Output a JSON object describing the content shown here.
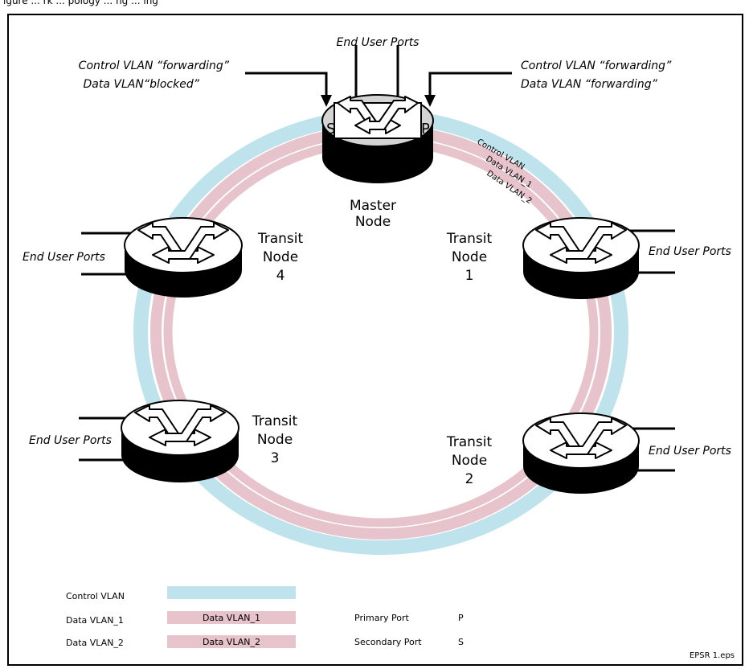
{
  "header_fragment": "igure ... rk ... pology ... ng ... ing",
  "top": {
    "end_user_ports": "End User Ports",
    "left_state_1": "Control VLAN “forwarding”",
    "left_state_2": "Data VLAN“blocked”",
    "right_state_1": "Control VLAN “forwarding”",
    "right_state_2": "Data VLAN “forwarding”"
  },
  "master": {
    "label_1": "Master",
    "label_2": "Node",
    "port_s": "S",
    "port_p": "P"
  },
  "ring_labels": {
    "control": "Control VLAN",
    "data1": "Data VLAN_1",
    "data2": "Data VLAN_2"
  },
  "nodes": {
    "node1": {
      "line1": "Transit",
      "line2": "Node",
      "line3": "1",
      "ports": "End User Ports"
    },
    "node2": {
      "line1": "Transit",
      "line2": "Node",
      "line3": "2",
      "ports": "End User Ports"
    },
    "node3": {
      "line1": "Transit",
      "line2": "Node",
      "line3": "3",
      "ports": "End User Ports"
    },
    "node4": {
      "line1": "Transit",
      "line2": "Node",
      "line3": "4",
      "ports": "End User Ports"
    }
  },
  "legend": {
    "control_label": "Control VLAN",
    "data1_label": "Data VLAN_1",
    "data1_bar": "Data VLAN_1",
    "data2_label": "Data VLAN_2",
    "data2_bar": "Data VLAN_2",
    "primary_label": "Primary Port",
    "primary_key": "P",
    "secondary_label": "Secondary Port",
    "secondary_key": "S"
  },
  "footer": {
    "file": "EPSR 1.eps"
  },
  "colors": {
    "control_vlan": "#bfe3ec",
    "data_vlan": "#e7c3cb",
    "master_top": "#d4d4d4",
    "node_top": "#ffffff",
    "node_side": "#000000"
  }
}
